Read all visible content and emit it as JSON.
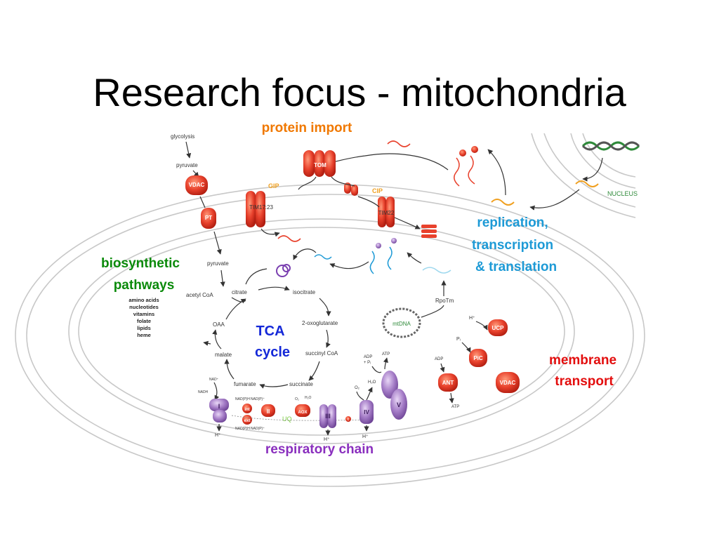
{
  "title": "Research focus - mitochondria",
  "labels": {
    "protein_import": "protein import",
    "replication": "replication,",
    "transcription": "transcription",
    "translation": "& translation",
    "biosynthetic": "biosynthetic",
    "pathways": "pathways",
    "biosynthetic_list": [
      "amino acids",
      "nucleotides",
      "vitamins",
      "folate",
      "lipids",
      "heme"
    ],
    "tca": "TCA",
    "cycle": "cycle",
    "membrane": "membrane",
    "transport": "transport",
    "respiratory_chain": "respiratory chain",
    "nucleus": "NUCLEUS",
    "mtdna": "mtDNA"
  },
  "metabolites": {
    "glycolysis": "glycolysis",
    "pyruvate_top": "pyruvate",
    "pyruvate_in": "pyruvate",
    "acetyl_coa": "acetyl CoA",
    "citrate": "citrate",
    "isocitrate": "isocitrate",
    "oxoglutarate": "2-oxoglutarate",
    "succinyl_coa": "succinyl CoA",
    "succinate": "succinate",
    "fumarate": "fumarate",
    "malate": "malate",
    "oaa": "OAA",
    "nad": "NAD⁺",
    "nadh": "NADH",
    "rpotm": "RpoTm",
    "uq": "UQ",
    "c": "c"
  },
  "proteins": {
    "tom": "TOM",
    "tim1723": "TIM17:23",
    "tim22": "TIM22",
    "gip": "GIP",
    "cip": "CIP",
    "vdac_left": "VDAC",
    "pt": "PT",
    "ucp": "UCP",
    "pic": "PiC",
    "ant": "ANT",
    "vdac_right": "VDAC",
    "complex_i": "I",
    "complex_ii": "II",
    "complex_iii": "III",
    "complex_iv": "IV",
    "complex_v": "V",
    "int": "int",
    "ext": "ext",
    "aox": "AOX"
  },
  "small_labels": {
    "h_plus_1": "H⁺",
    "h_plus_2": "H⁺",
    "h_plus_3": "H⁺",
    "h_plus_ucp": "H⁺",
    "pi": "Pᵢ",
    "adp_ant": "ADP",
    "atp_ant": "ATP",
    "adp_pi": "ADP",
    "pi_v": "+ Pᵢ",
    "atp_v": "ATP",
    "o2": "O₂",
    "h2o": "H₂O",
    "nadph_1": "NAD(P)H",
    "nadp_1": "NAD(P)⁺",
    "nadph_2": "NAD(P)H",
    "nadp_2": "NAD(P)⁺",
    "o2_aox": "O₂",
    "h2o_aox": "H₂O"
  },
  "colors": {
    "protein_red": "#e8412c",
    "complex_purple": "#9a6fbd",
    "cyan": "#1d9ad6",
    "orange": "#f07800",
    "green": "#0a8a0a",
    "blue": "#1428d8",
    "red": "#e30e0e",
    "purple": "#8a2fbe"
  }
}
